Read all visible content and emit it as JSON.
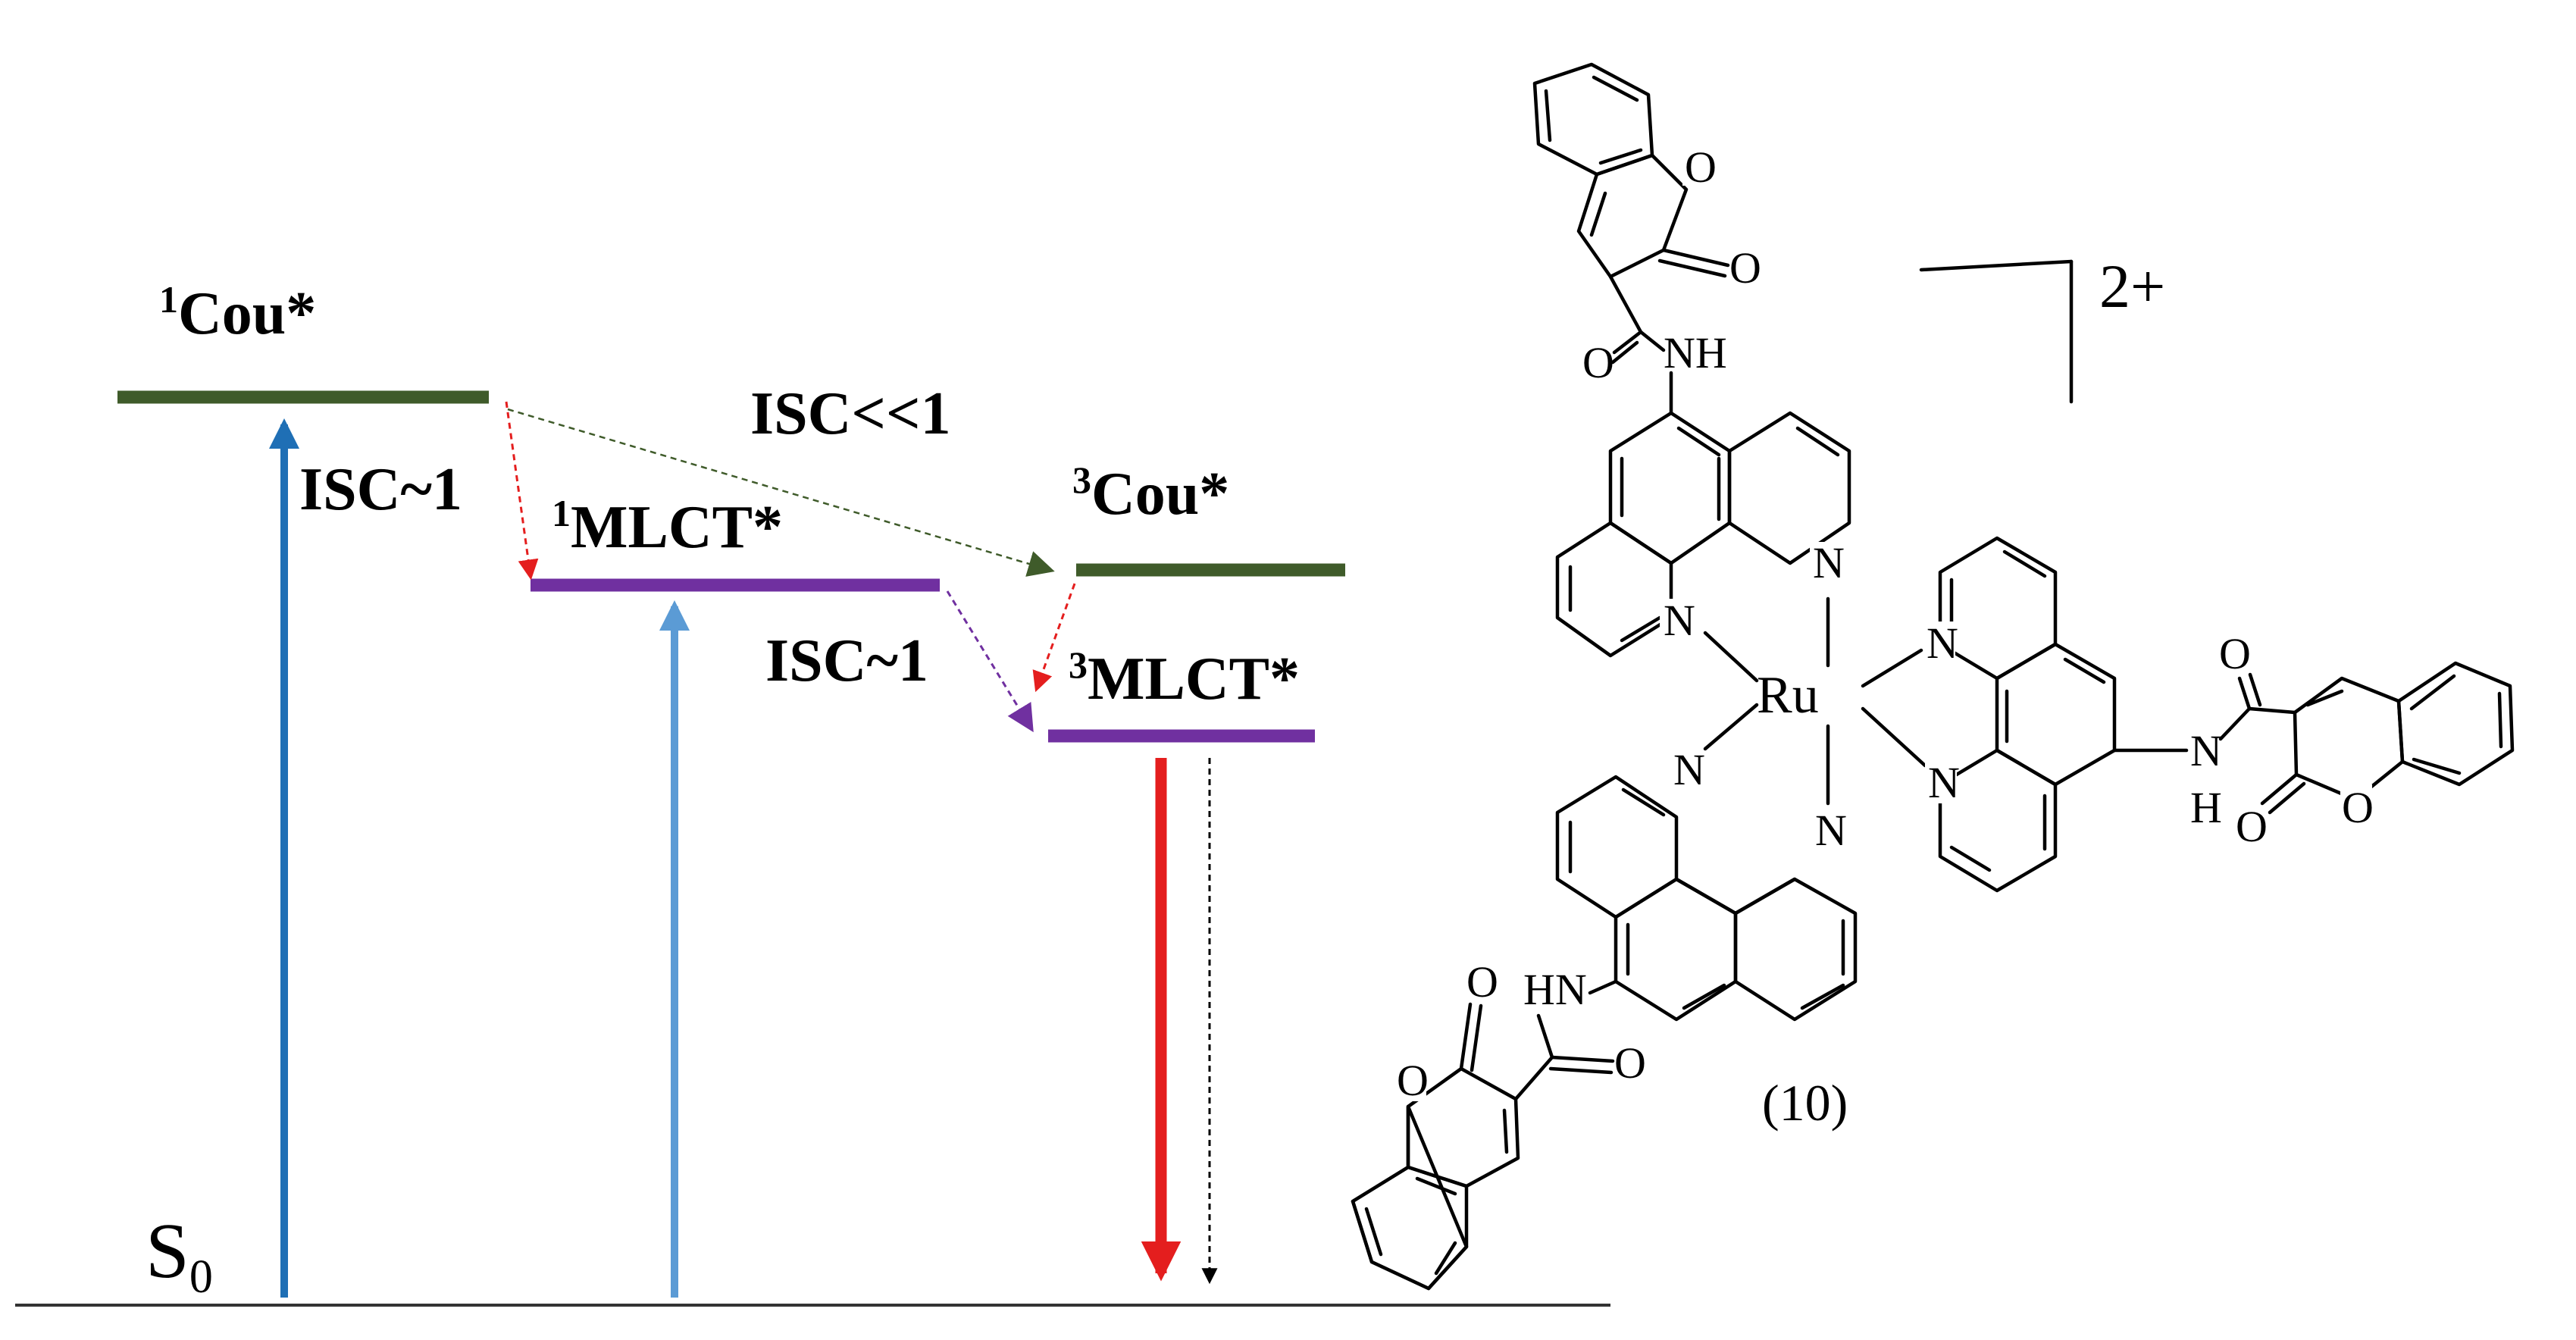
{
  "diagram": {
    "states": {
      "singlet_coumarin": {
        "sup": "1",
        "name": "Cou*"
      },
      "singlet_mlct": {
        "sup": "1",
        "name": "MLCT*"
      },
      "triplet_coumarin": {
        "sup": "3",
        "name": "Cou*"
      },
      "triplet_mlct": {
        "sup": "3",
        "name": "MLCT*"
      },
      "ground": {
        "name": "S",
        "sub": "0"
      }
    },
    "transitions": {
      "isc_cou_to_mlct": "ISC~1",
      "isc_cou_singlet_to_triplet": "ISC<<1",
      "isc_mlct_singlet_to_triplet": "ISC~1"
    },
    "colors": {
      "coumarin_level": "#3f5b2a",
      "mlct_level": "#7030a0",
      "absorption_strong": "#1f6fb5",
      "absorption_weak": "#5b9bd5",
      "emission": "#e41e1e",
      "nonradiative": "#000000"
    }
  },
  "molecule": {
    "charge": "2+",
    "compound_number": "(10)",
    "metal": "Ru",
    "atoms": {
      "nitrogen": "N",
      "oxygen": "O",
      "amide_nh": "NH",
      "amide_hn": "HN",
      "hydrogen": "H"
    }
  }
}
